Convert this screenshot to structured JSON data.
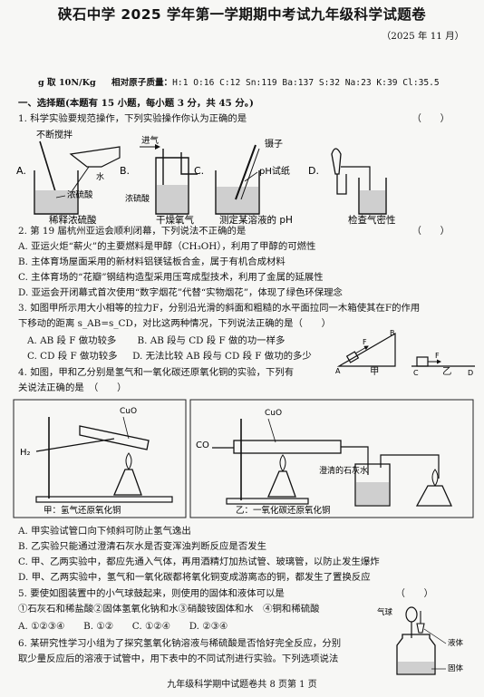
{
  "header": {
    "title": "硖石中学 2025 学年第一学期期中考试九年级科学试题卷",
    "date": "（2025 年 11 月）",
    "g_label": "g 取 10N/Kg",
    "atomic_label": "相对原子质量：",
    "atomic_values": "H:1 O:16 C:12 Sn:119 Ba:137 S:32 Na:23 K:39 Cl:35.5"
  },
  "section1": {
    "heading": "一、选择题(本题有 15 小题，每小题 3 分，共 45 分。)"
  },
  "q1": {
    "stem": "1. 科学实验要规范操作，下列实验操作你认为正确的是",
    "paren": "（　　）",
    "options": [
      "A.",
      "B.",
      "C.",
      "D."
    ],
    "captions": [
      "稀释浓硫酸",
      "干燥氧气",
      "测定某溶液的 pH",
      "检查气密性"
    ],
    "labels": {
      "stir": "不断搅拌",
      "water": "水",
      "acid": "浓硫酸",
      "inlet": "进气",
      "conc_acid": "浓硫酸",
      "tweezers": "镊子",
      "ph_paper": "pH试纸"
    }
  },
  "q2": {
    "stem": "2. 第 19 届杭州亚运会顺利闭幕，下列说法不正确的是",
    "paren": "（　　）",
    "a": "A. 亚运火炬“薪火”的主要燃料是甲醇（CH₃OH），利用了甲醇的可燃性",
    "b": "B. 主体育场屋面采用的新材料铝镁锰板合金，属于有机合成材料",
    "c": "C. 主体育场的“花瓣”钢结构造型采用压弯成型技术，利用了金属的延展性",
    "d": "D. 亚运会开闭幕式首次使用“数字烟花”代替“实物烟花”，体现了绿色环保理念"
  },
  "q3": {
    "line1": "3. 如图甲所示用大小相等的拉力F，分别沿光滑的斜面和粗糙的水平面拉同一木箱使其在F的作用",
    "line2": "下移动的距离 s_AB=s_CD，对比这两种情况，下列说法正确的是（　　）",
    "a": "A. AB 段 F 做功较多",
    "b": "B. AB 段与 CD 段 F 做的功一样多",
    "c": "C. CD 段 F 做功较多",
    "d": "D. 无法比较 AB 段与 CD 段 F 做功的多少",
    "fig_jia": "甲",
    "fig_yi": "乙",
    "points": [
      "A",
      "B",
      "C",
      "D"
    ],
    "force": "F"
  },
  "q4": {
    "line1": "4. 如图，甲和乙分别是氢气和一氧化碳还原氧化铜的实验，下列有",
    "line2": "关说法正确的是　（　　）",
    "h2": "H₂",
    "cuo": "CuO",
    "co": "CO",
    "limewater": "澄清的石灰水",
    "caption_jia": "甲：氢气还原氧化铜",
    "caption_yi": "乙：一氧化碳还原氧化铜",
    "a": "A. 甲实验试管口向下倾斜可防止氢气逸出",
    "b": "B. 乙实验只能通过澄清石灰水是否变浑浊判断反应是否发生",
    "c": "C. 甲、乙两实验中，都应先通入气体，再用酒精灯加热试管、玻璃管，以防止发生爆炸",
    "d": "D. 甲、乙两实验中，氢气和一氧化碳都将氧化铜变成游离态的铜，都发生了置换反应"
  },
  "q5": {
    "stem": "5. 要使如图装置中的小气球鼓起来，则使用的固体和液体可以是",
    "paren": "（　　）",
    "items": "①石灰石和稀盐酸②固体氢氧化钠和水③硝酸铵固体和水　④铜和稀硫酸",
    "opts": "A. ①②③④　　B. ①②　　C. ①②④　　D. ②③④",
    "balloon": "气球",
    "liquid": "液体",
    "solid": "固体"
  },
  "q6": {
    "line1": "6. 某研究性学习小组为了探究氢氧化钠溶液与稀硫酸是否恰好完全反应，分别",
    "line2": "取少量反应后的溶液于试管中，用下表中的不同试剂进行实验。下列选项说法"
  },
  "footer": "九年级科学期中试题卷共 8 页第 1 页"
}
